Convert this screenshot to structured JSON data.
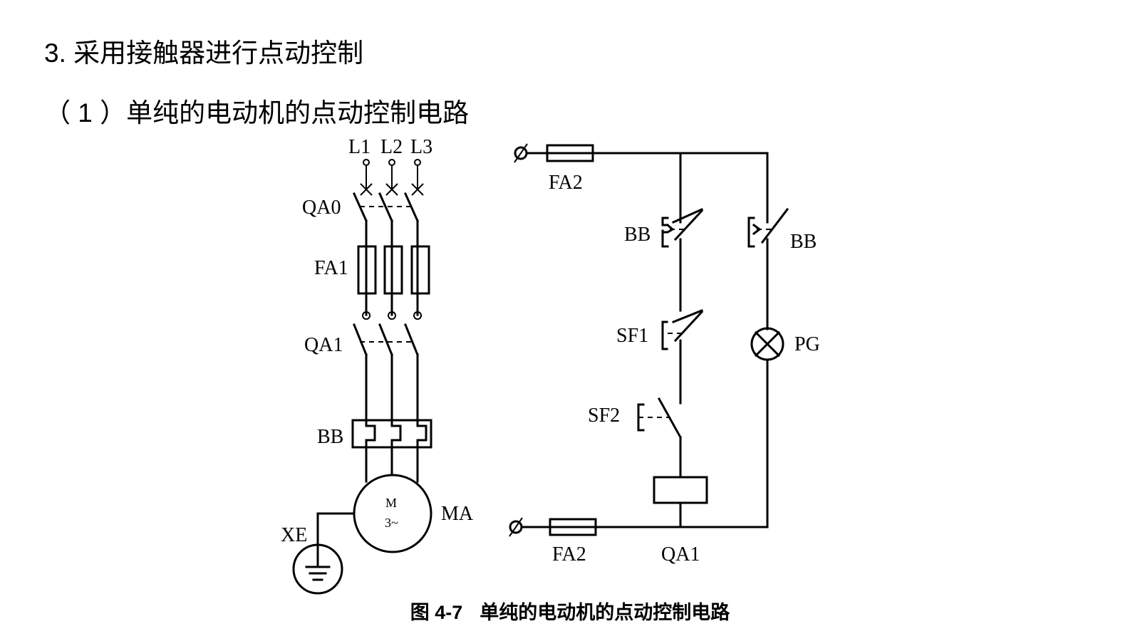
{
  "heading_section": "3. 采用接触器进行点动控制",
  "heading_sub": "（ 1 ）单纯的电动机的点动控制电路",
  "main_circuit": {
    "phase_l1": "L1",
    "phase_l2": "L2",
    "phase_l3": "L3",
    "breaker_main": "QA0",
    "fuse_main": "FA1",
    "contactor_main": "QA1",
    "thermal_relay": "BB",
    "motor_symbol": "M",
    "motor_phase": "3~",
    "motor_label": "MA",
    "ground_label": "XE"
  },
  "control_circuit": {
    "fuse_top": "FA2",
    "fuse_bottom": "FA2",
    "relay_contact_left": "BB",
    "relay_contact_right": "BB",
    "stop_button": "SF1",
    "start_button": "SF2",
    "lamp": "PG",
    "coil": "QA1"
  },
  "caption": {
    "figure_number": "图 4-7",
    "figure_title": "单纯的电动机的点动控制电路"
  }
}
